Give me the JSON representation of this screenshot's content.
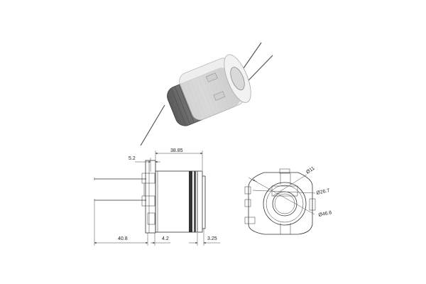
{
  "product_photo": {
    "icon": "solenoid-coil-icon",
    "colors": {
      "winding": "#6f6f6f",
      "bobbin": "#e6e6e6",
      "wire": "#8a8a8a"
    }
  },
  "side_view": {
    "dimensions": {
      "top_left": "5.2",
      "top_overall": "38.85",
      "bottom_left": "40.8",
      "bottom_mid": "4.2",
      "bottom_right": "3.25"
    }
  },
  "end_view": {
    "dimensions": {
      "d1": "Ø11",
      "d2": "Ø26.7",
      "d3": "Ø46.6"
    }
  }
}
